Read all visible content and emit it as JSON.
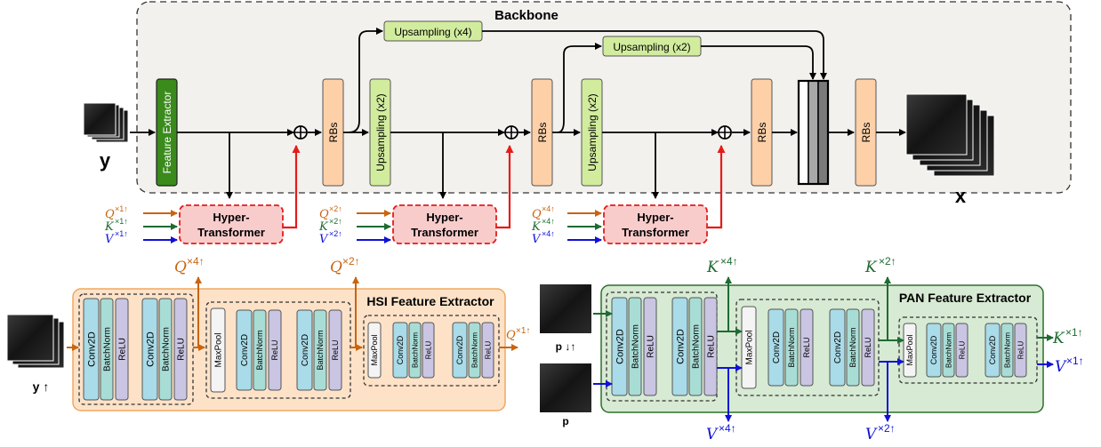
{
  "backbone": {
    "title": "Backbone",
    "feature_extractor": "Feature Extractor",
    "rbs": "RBs",
    "upsampling_x2": "Upsampling (x2)",
    "upsampling_x4": "Upsampling (x4)",
    "input_label": "y",
    "output_label": "x"
  },
  "hyper_transformer": {
    "line1": "Hyper-",
    "line2": "Transformer",
    "inputs": [
      {
        "q": "Q",
        "k": "K",
        "v": "V",
        "scale": "×1↑"
      },
      {
        "q": "Q",
        "k": "K",
        "v": "V",
        "scale": "×2↑"
      },
      {
        "q": "Q",
        "k": "K",
        "v": "V",
        "scale": "×4↑"
      }
    ]
  },
  "hsi_extractor": {
    "title": "HSI Feature Extractor",
    "input_label": "y ↑",
    "layers": {
      "conv": "Conv2D",
      "bn": "BatchNorm",
      "relu": "ReLU",
      "pool": "MaxPool"
    },
    "outputs": {
      "q4": "Q",
      "q4_scale": "×4↑",
      "q2": "Q",
      "q2_scale": "×2↑",
      "q1": "Q",
      "q1_scale": "×1↑"
    }
  },
  "pan_extractor": {
    "title": "PAN Feature Extractor",
    "input_top": "p ↓↑",
    "input_bottom": "p",
    "layers": {
      "conv": "Conv2D",
      "bn": "BatchNorm",
      "relu": "ReLU",
      "pool": "MaxPool"
    },
    "outputs": {
      "k4": "K",
      "k4_scale": "×4↑",
      "k2": "K",
      "k2_scale": "×2↑",
      "k1": "K",
      "k1_scale": "×1↑",
      "v4": "V",
      "v4_scale": "×4↑",
      "v2": "V",
      "v2_scale": "×2↑",
      "v1": "V",
      "v1_scale": "×1↑"
    }
  },
  "colors": {
    "orange": "#c8650f",
    "green": "#1e6b32",
    "blue": "#1010d8",
    "red": "#e51b1b",
    "rb_fill": "#fdd0a8",
    "ups_fill": "#d2ec9e",
    "fe_fill": "#3a8a1c",
    "ht_fill": "#f9cccc",
    "conv_fill": "#a9dbe8",
    "bn_fill": "#a8ddd6",
    "relu_fill": "#c9c5e3",
    "hsi_bg": "#fde2c8",
    "pan_bg": "#d7ead3",
    "backbone_bg": "#f3f1ed"
  }
}
